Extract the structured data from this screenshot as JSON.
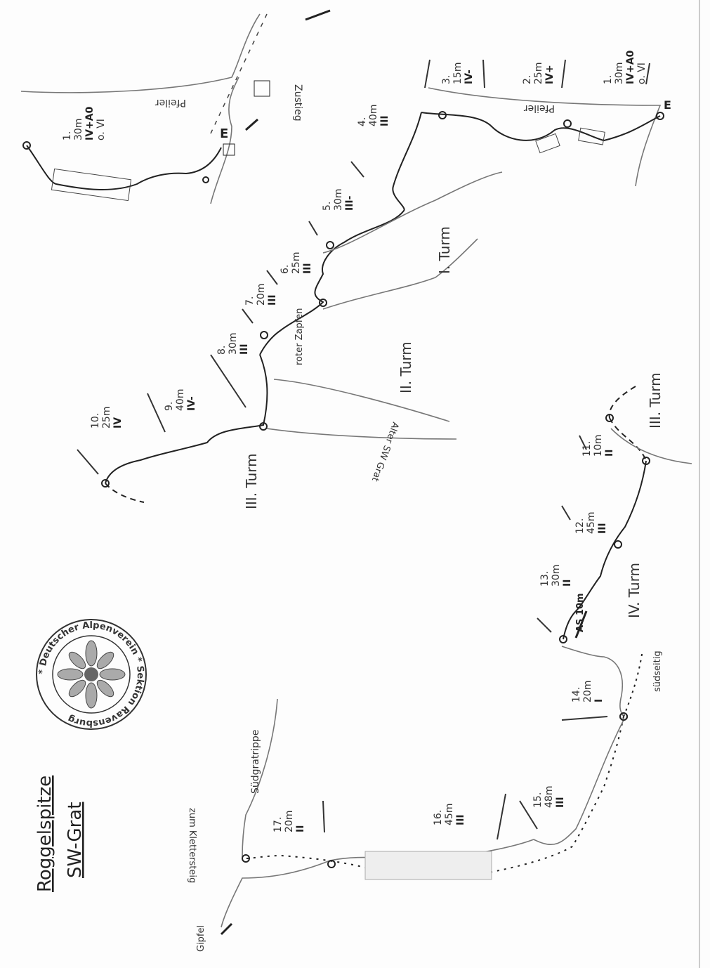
{
  "title": "Roggelspitze",
  "subtitle": "SW-Grat",
  "stamp_text": "* Deutscher Alpenverein * Sektion Ravensburg",
  "labels": {
    "pfeiler_top": "Pfeiler",
    "pfeiler_right": "Pfeiler",
    "zustieg": "Zustieg",
    "turm1": "I. Turm",
    "turm2": "II. Turm",
    "turm3a": "III. Turm",
    "turm3b": "III. Turm",
    "turm4": "IV. Turm",
    "roter_zapfen": "roter Zapfen",
    "alter_sw_grat": "Alter SW Grat",
    "suedseitig": "südseitig",
    "suedgratrippe": "Südgratrippe",
    "zum_klettersteig": "zum Klettersteig",
    "gipfel": "Gipfel",
    "abseil": "AS 10m"
  },
  "pitches": [
    {
      "n": "1.",
      "len": "30m",
      "grade": "IV+A0",
      "alt": "o. VI"
    },
    {
      "n": "1.",
      "len": "30m",
      "grade": "IV+A0",
      "alt": "o. VI"
    },
    {
      "n": "2.",
      "len": "25m",
      "grade": "IV+",
      "alt": ""
    },
    {
      "n": "3.",
      "len": "15m",
      "grade": "IV-",
      "alt": ""
    },
    {
      "n": "4.",
      "len": "40m",
      "grade": "III",
      "alt": ""
    },
    {
      "n": "5.",
      "len": "30m",
      "grade": "III-",
      "alt": ""
    },
    {
      "n": "6.",
      "len": "25m",
      "grade": "III",
      "alt": ""
    },
    {
      "n": "7.",
      "len": "20m",
      "grade": "III",
      "alt": ""
    },
    {
      "n": "8.",
      "len": "30m",
      "grade": "III",
      "alt": ""
    },
    {
      "n": "9.",
      "len": "40m",
      "grade": "IV-",
      "alt": ""
    },
    {
      "n": "10.",
      "len": "25m",
      "grade": "IV",
      "alt": ""
    },
    {
      "n": "11.",
      "len": "10m",
      "grade": "II",
      "alt": ""
    },
    {
      "n": "12.",
      "len": "45m",
      "grade": "III",
      "alt": ""
    },
    {
      "n": "13.",
      "len": "30m",
      "grade": "II",
      "alt": ""
    },
    {
      "n": "14.",
      "len": "20m",
      "grade": "I",
      "alt": ""
    },
    {
      "n": "15.",
      "len": "48m",
      "grade": "III",
      "alt": ""
    },
    {
      "n": "16.",
      "len": "45m",
      "grade": "III",
      "alt": ""
    },
    {
      "n": "17.",
      "len": "20m",
      "grade": "II",
      "alt": ""
    }
  ],
  "colors": {
    "ink": "#222222",
    "rock": "#777777",
    "paper": "#fdfdfd"
  }
}
